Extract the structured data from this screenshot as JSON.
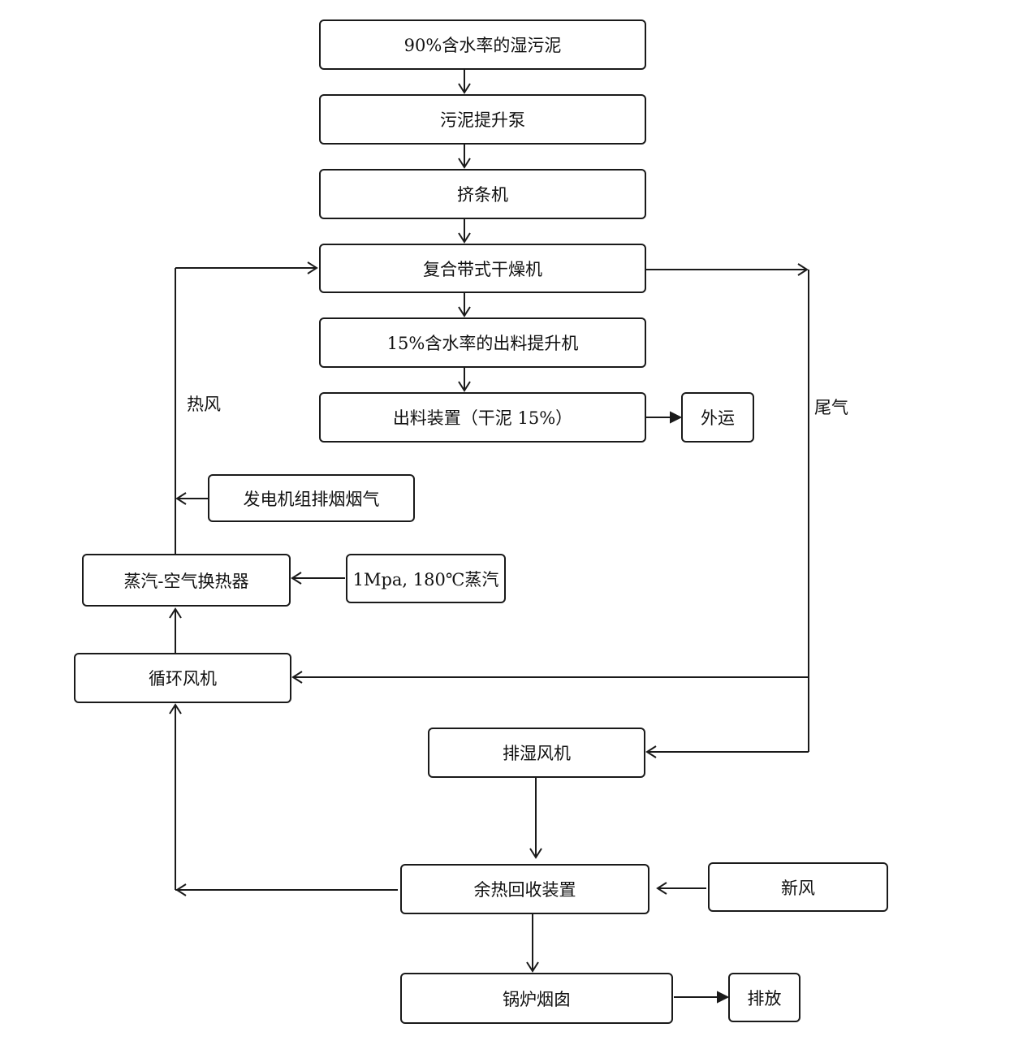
{
  "nodes": {
    "wet_sludge": "90%含水率的湿污泥",
    "sludge_pump": "污泥提升泵",
    "extruder": "挤条机",
    "belt_dryer": "复合带式干燥机",
    "discharge_lift": "15%含水率的出料提升机",
    "discharge_device": "出料装置（干泥 15%）",
    "transport_out": "外运",
    "generator_flue": "发电机组排烟烟气",
    "steam_air_hx": "蒸汽-空气换热器",
    "steam_supply": "1Mpa, 180℃蒸汽",
    "circulation_fan": "循环风机",
    "dehumid_fan": "排湿风机",
    "heat_recovery": "余热回收装置",
    "fresh_air": "新风",
    "boiler_chimney": "锅炉烟囱",
    "emission": "排放"
  },
  "labels": {
    "hot_air": "热风",
    "exhaust_gas": "尾气"
  }
}
